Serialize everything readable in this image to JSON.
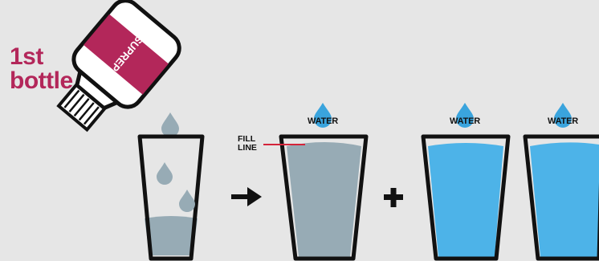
{
  "step_label": {
    "line1": "1st",
    "line2": "bottle"
  },
  "bottle": {
    "brand": "SUPREP",
    "brand_mark": "®"
  },
  "fill_line": {
    "line1": "FILL",
    "line2": "LINE"
  },
  "water_labels": [
    "WATER",
    "WATER",
    "WATER"
  ],
  "operators": {
    "arrow": "arrow-right-icon",
    "plus": "plus-icon"
  },
  "colors": {
    "background": "#e6e6e6",
    "accent": "#b3275a",
    "mixed_solution": "#97abb5",
    "water": "#4db3e8",
    "drop": "#3aa4dd",
    "outline": "#111111"
  }
}
